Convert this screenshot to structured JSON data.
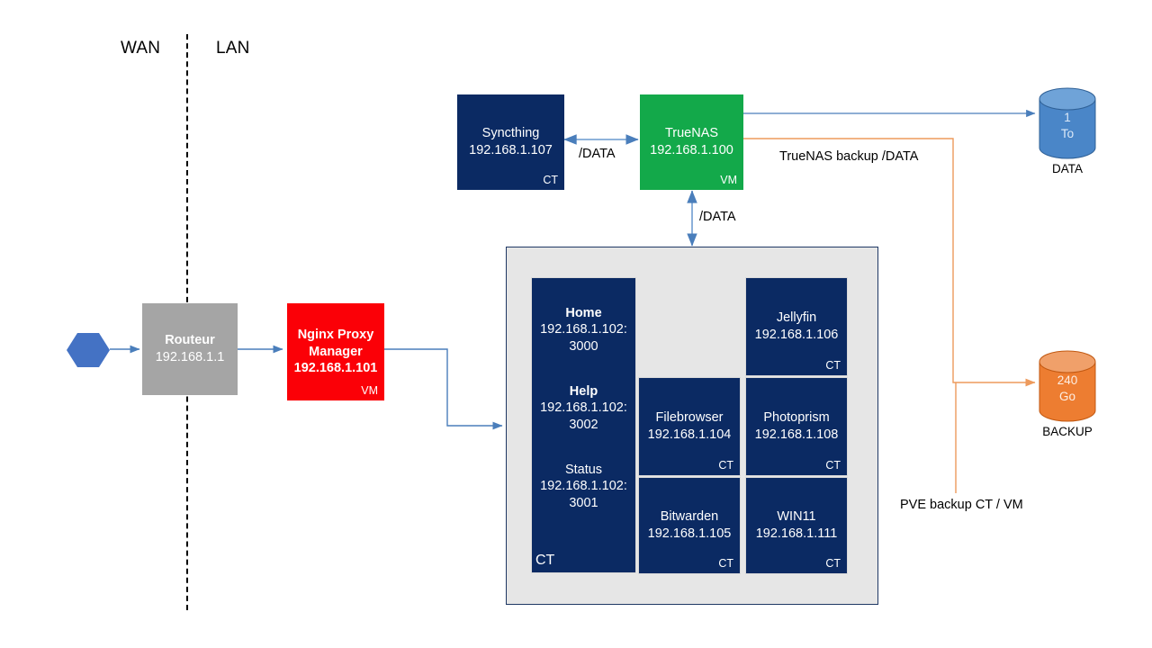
{
  "zones": {
    "wan": "WAN",
    "lan": "LAN"
  },
  "nodes": {
    "internet": {
      "name": "internet-hexagon",
      "label": ""
    },
    "router": {
      "title": "Routeur",
      "ip": "192.168.1.1",
      "kind": "",
      "color": "#a5a5a5"
    },
    "nginx": {
      "title_line1": "Nginx Proxy",
      "title_line2": "Manager",
      "ip": "192.168.1.101",
      "kind": "VM",
      "color": "#fb0007"
    },
    "syncthing": {
      "title": "Syncthing",
      "ip": "192.168.1.107",
      "kind": "CT",
      "color": "#0b2a63"
    },
    "truenas": {
      "title": "TrueNAS",
      "ip": "192.168.1.100",
      "kind": "VM",
      "color": "#13a94a"
    }
  },
  "stack": {
    "kind": "CT",
    "services": [
      {
        "name": "Home",
        "ip": "192.168.1.102:",
        "port": "3000",
        "bold": true
      },
      {
        "name": "Help",
        "ip": "192.168.1.102:",
        "port": "3002",
        "bold": true
      },
      {
        "name": "Status",
        "ip": "192.168.1.102:",
        "port": "3001",
        "bold": false
      }
    ]
  },
  "containers": [
    {
      "title": "Jellyfin",
      "ip": "192.168.1.106",
      "kind": "CT"
    },
    {
      "title": "Filebrowser",
      "ip": "192.168.1.104",
      "kind": "CT"
    },
    {
      "title": "Photoprism",
      "ip": "192.168.1.108",
      "kind": "CT"
    },
    {
      "title": "Bitwarden",
      "ip": "192.168.1.105",
      "kind": "CT"
    },
    {
      "title": "WIN11",
      "ip": "192.168.1.111",
      "kind": "CT"
    }
  ],
  "storage": [
    {
      "name": "data-disk",
      "size": "1",
      "unit": "To",
      "caption": "DATA",
      "color": "#4a86c8"
    },
    {
      "name": "backup-disk",
      "size": "240",
      "unit": "Go",
      "caption": "BACKUP",
      "color": "#ed7d31"
    }
  ],
  "annotations": {
    "data_horizontal": "/DATA",
    "data_vertical": "/DATA",
    "truenas_backup": "TrueNAS backup /DATA",
    "pve_backup": "PVE backup CT / VM"
  },
  "colors": {
    "navy": "#0b2a63",
    "green": "#13a94a",
    "grey": "#a5a5a5",
    "red": "#fb0007",
    "blue_line": "#4a7ebb",
    "orange_line": "#ed9a5c",
    "panel": "#e6e6e6"
  }
}
